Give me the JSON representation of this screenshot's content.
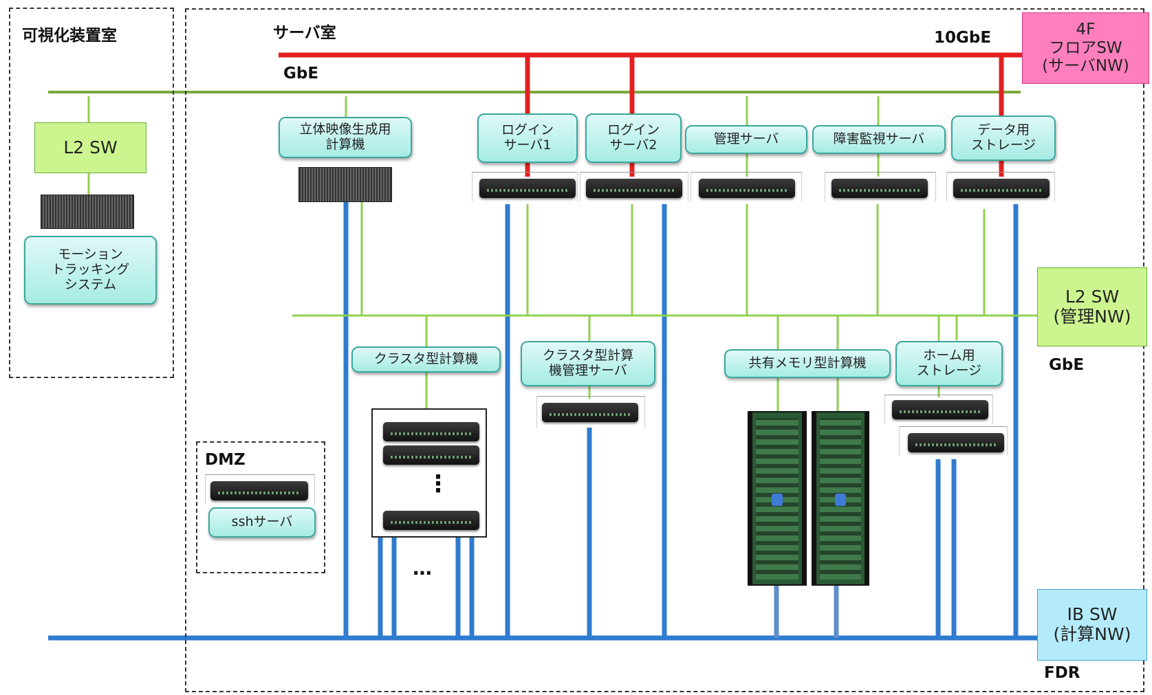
{
  "zones": {
    "viz_room": "可視化装置室",
    "server_room": "サーバ室",
    "dmz": "DMZ"
  },
  "networks": {
    "ten_gbe": "10GbE",
    "gbe_top": "GbE",
    "gbe_mgmt": "GbE",
    "fdr": "FDR"
  },
  "switches": {
    "floor_sw": "4F\nフロアSW\n(サーバNW)",
    "viz_l2_sw": "L2 SW",
    "mgmt_l2_sw": "L2 SW\n(管理NW)",
    "ib_sw": "IB SW\n(計算NW)"
  },
  "nodes": {
    "motion_tracking": "モーション\nトラッキング\nシステム",
    "stereo_gen": "立体映像生成用\n計算機",
    "login1": "ログイン\nサーバ1",
    "login2": "ログイン\nサーバ2",
    "mgmt_server": "管理サーバ",
    "monitor_server": "障害監視サーバ",
    "data_storage": "データ用\nストレージ",
    "cluster": "クラスタ型計算機",
    "cluster_mgmt": "クラスタ型計算\n機管理サーバ",
    "shared_mem": "共有メモリ型計算機",
    "home_storage": "ホーム用\nストレージ",
    "ssh_server": "sshサーバ"
  },
  "markers": {
    "vdots": "⋮",
    "hdots": "…"
  },
  "colors": {
    "ten_gbe": "#e32020",
    "gbe": "#8fd14f",
    "gbe_bus": "#7aa83a",
    "fdr": "#2f7bd0"
  }
}
